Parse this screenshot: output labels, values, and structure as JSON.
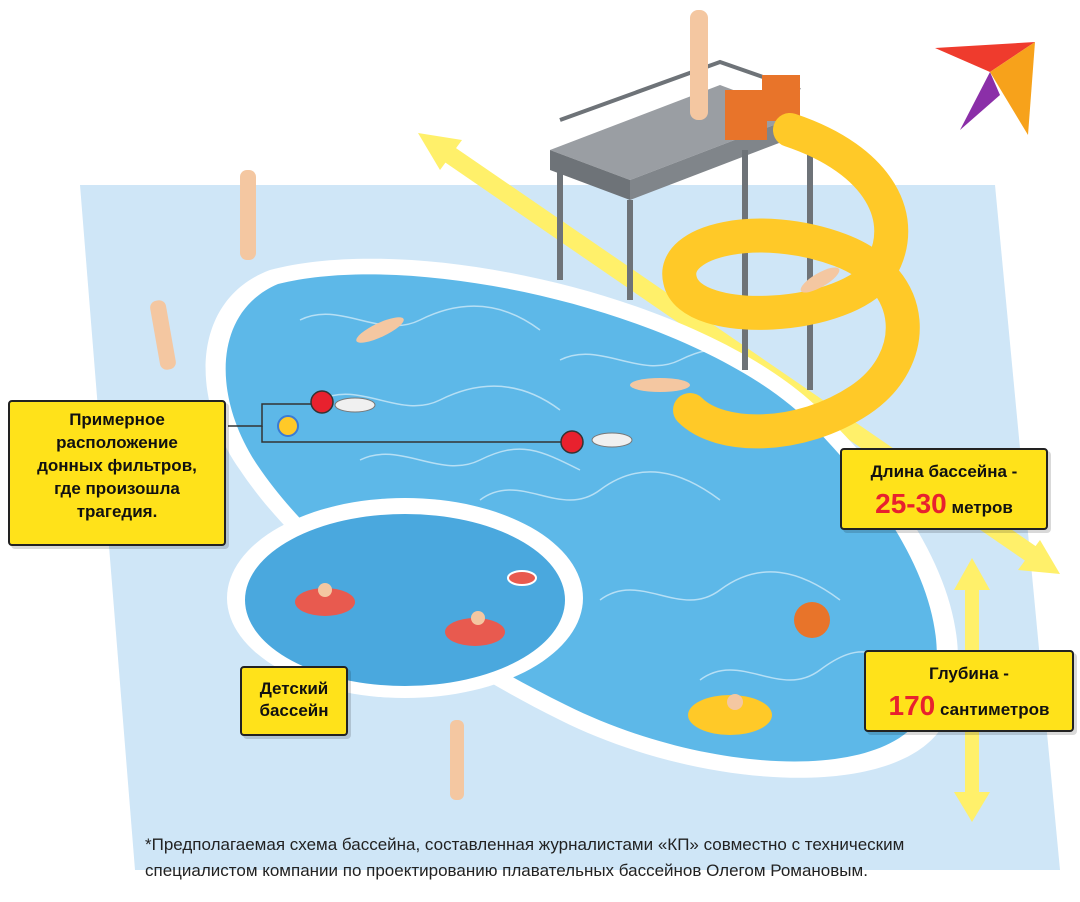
{
  "callouts": {
    "filters": {
      "lines": [
        "Примерное",
        "расположение",
        "донных фильтров,",
        "где произошла",
        "трагедия."
      ]
    },
    "kids_pool": {
      "lines": [
        "Детский",
        "бассейн"
      ]
    },
    "length": {
      "label": "Длина бассейна -",
      "value": "25-30",
      "unit": "метров"
    },
    "depth": {
      "label": "Глубина -",
      "value": "170",
      "unit": "сантиметров"
    }
  },
  "footnote": {
    "line1": "*Предполагаемая схема бассейна, составленная журналистами «КП» совместно с техническим",
    "line2": "специалистом компании по проектированию плавательных бассейнов Олегом Романовым."
  },
  "colors": {
    "deck": "#cfe6f7",
    "water": "#5db8e8",
    "rim": "#ffffff",
    "accent_yellow": "#ffe21a",
    "slide": "#ffc928",
    "marker_red": "#e8212e",
    "logo_red": "#ef3b2d",
    "logo_orange": "#f7a21b",
    "logo_purple": "#8b2fa8"
  },
  "icons": [
    "swallow-logo-icon",
    "drain-filter-icon",
    "swim-ring-icon",
    "beach-ball-icon",
    "water-slide-icon",
    "diving-tower-icon",
    "swimmer-icon"
  ]
}
